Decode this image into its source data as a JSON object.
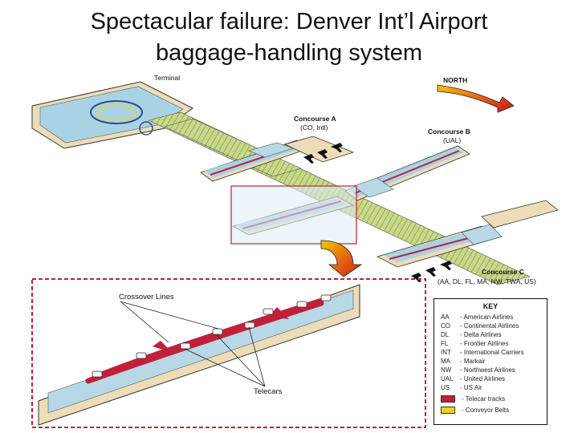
{
  "title": {
    "line1": "Spectacular failure: Denver Int’l Airport",
    "line2": "baggage-handling system"
  },
  "labels": {
    "terminal": "Terminal",
    "north": "NORTH",
    "concourse_a": "Concourse A",
    "concourse_a_airlines": "(CO, Intl)",
    "concourse_b": "Concourse B",
    "concourse_b_airlines": "(UAL)",
    "concourse_c": "Concourse C",
    "concourse_c_airlines": "(AA, DL, FL, MA, NW, TWA, US)",
    "crossover_lines": "Crossover Lines",
    "telecars": "Telecars"
  },
  "key": {
    "title": "KEY",
    "rows": [
      {
        "code": "AA",
        "desc": "- American Airlines"
      },
      {
        "code": "CO",
        "desc": "- Continental Airlines"
      },
      {
        "code": "DL",
        "desc": "- Delta Airlines"
      },
      {
        "code": "FL",
        "desc": "- Frontier Airlines"
      },
      {
        "code": "INT",
        "desc": "- International Carriers"
      },
      {
        "code": "MA",
        "desc": "- Markair"
      },
      {
        "code": "NW",
        "desc": "- Northwest Airlines"
      },
      {
        "code": "UAL",
        "desc": "- United Airlines"
      },
      {
        "code": "US",
        "desc": "- US Air"
      }
    ],
    "swatches": [
      {
        "desc": "- Telecar tracks",
        "color": "#c0203a"
      },
      {
        "desc": "- Conveyor Belts",
        "color": "#f2d21a"
      }
    ]
  },
  "colors": {
    "floor": "#a9d3e4",
    "wall": "#ecdcb8",
    "track": "#c0203a",
    "belt": "#f2d21a",
    "highlight": "#c0203a"
  }
}
